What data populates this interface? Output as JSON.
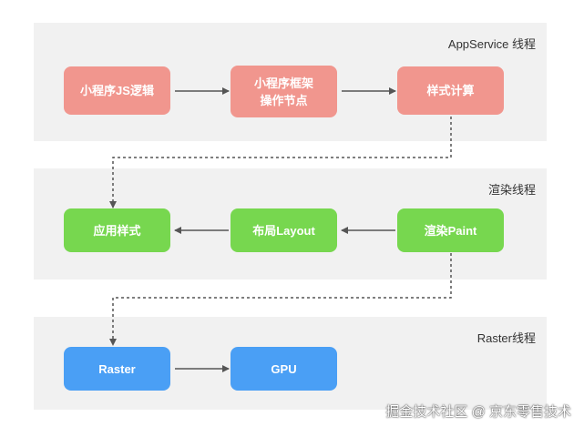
{
  "bands": [
    {
      "title": "AppService 线程",
      "nodes": [
        {
          "lines": [
            "小程序JS逻辑"
          ]
        },
        {
          "lines": [
            "小程序框架",
            "操作节点"
          ]
        },
        {
          "lines": [
            "样式计算"
          ]
        }
      ]
    },
    {
      "title": "渲染线程",
      "nodes": [
        {
          "lines": [
            "应用样式"
          ]
        },
        {
          "lines": [
            "布局Layout"
          ]
        },
        {
          "lines": [
            "渲染Paint"
          ]
        }
      ]
    },
    {
      "title": "Raster线程",
      "nodes": [
        {
          "lines": [
            "Raster"
          ]
        },
        {
          "lines": [
            "GPU"
          ]
        }
      ]
    }
  ],
  "watermark": "掘金技术社区 @ 京东零售技术",
  "colors": {
    "band_bg": "#f1f1f1",
    "appservice_node": "#f1968e",
    "render_node": "#77d74f",
    "raster_node": "#4a9ff5",
    "arrow": "#555555"
  }
}
